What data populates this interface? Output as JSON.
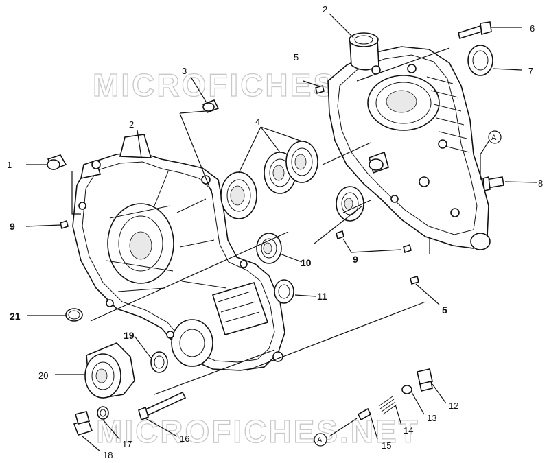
{
  "watermark": {
    "top": "MICROFICHES.NET",
    "bottom": "MICROFICHES.NET"
  },
  "callouts": {
    "n1": "1",
    "n2a": "2",
    "n2b": "2",
    "n3": "3",
    "n4": "4",
    "n5a": "5",
    "n5b": "5",
    "n6": "6",
    "n7": "7",
    "n8": "8",
    "n9a": "9",
    "n9b": "9",
    "n10": "10",
    "n11": "11",
    "n12": "12",
    "n13": "13",
    "n14": "14",
    "n15": "15",
    "n16": "16",
    "n17": "17",
    "n18": "18",
    "n19": "19",
    "n20": "20",
    "n21": "21"
  },
  "reference": {
    "a_top": "A",
    "a_bottom": "A"
  }
}
